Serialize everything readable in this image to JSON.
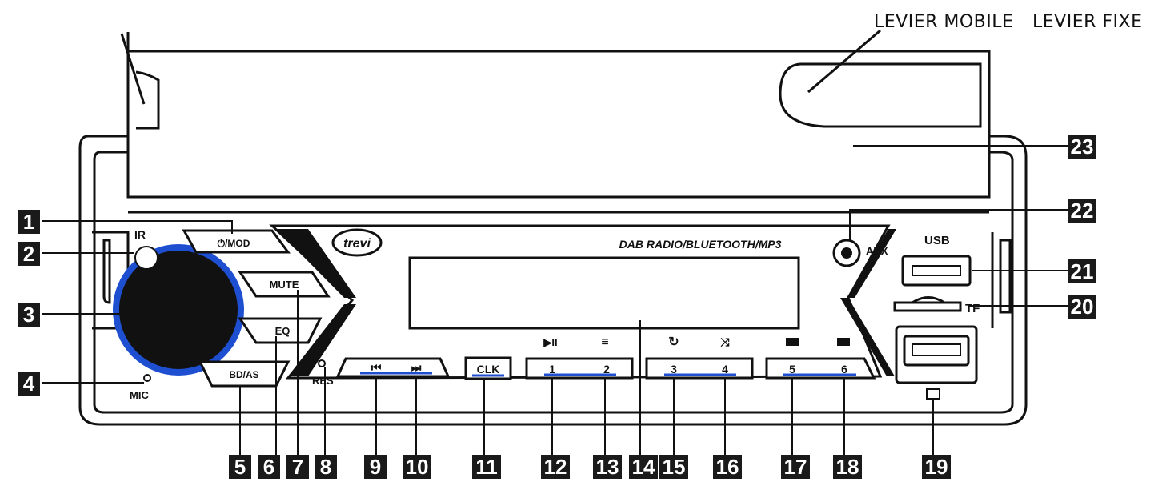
{
  "header": {
    "caption_left": "LEVIER MOBILE",
    "caption_right": "LEVIER FIXE"
  },
  "panel": {
    "brand": "trevi",
    "model_text": "DAB RADIO/BLUETOOTH/MP3",
    "ir": "IR",
    "mic": "MIC",
    "res": "RES",
    "aux": "AUX",
    "usb": "USB",
    "tf": "TF",
    "buttons": {
      "mod": "⏻/MOD",
      "mute": "MUTE",
      "eq": "EQ",
      "bdas": "BD/AS",
      "clk": "CLK",
      "prev": "⏮",
      "next": "⏭",
      "p1": "1",
      "p2": "2",
      "p3": "3",
      "p4": "4",
      "p5": "5",
      "p6": "6",
      "play_pause": "▶II",
      "menu": "≡",
      "repeat": "↻",
      "shuffle": "⤨"
    }
  },
  "colors": {
    "accent_blue": "#1f4fd1",
    "red": "#d42020",
    "green": "#3aa83a",
    "callout_bg": "#1a1a1a"
  },
  "callouts": [
    "1",
    "2",
    "3",
    "4",
    "5",
    "6",
    "7",
    "8",
    "9",
    "10",
    "11",
    "12",
    "13",
    "14",
    "15",
    "16",
    "17",
    "18",
    "19",
    "20",
    "21",
    "22",
    "23"
  ]
}
